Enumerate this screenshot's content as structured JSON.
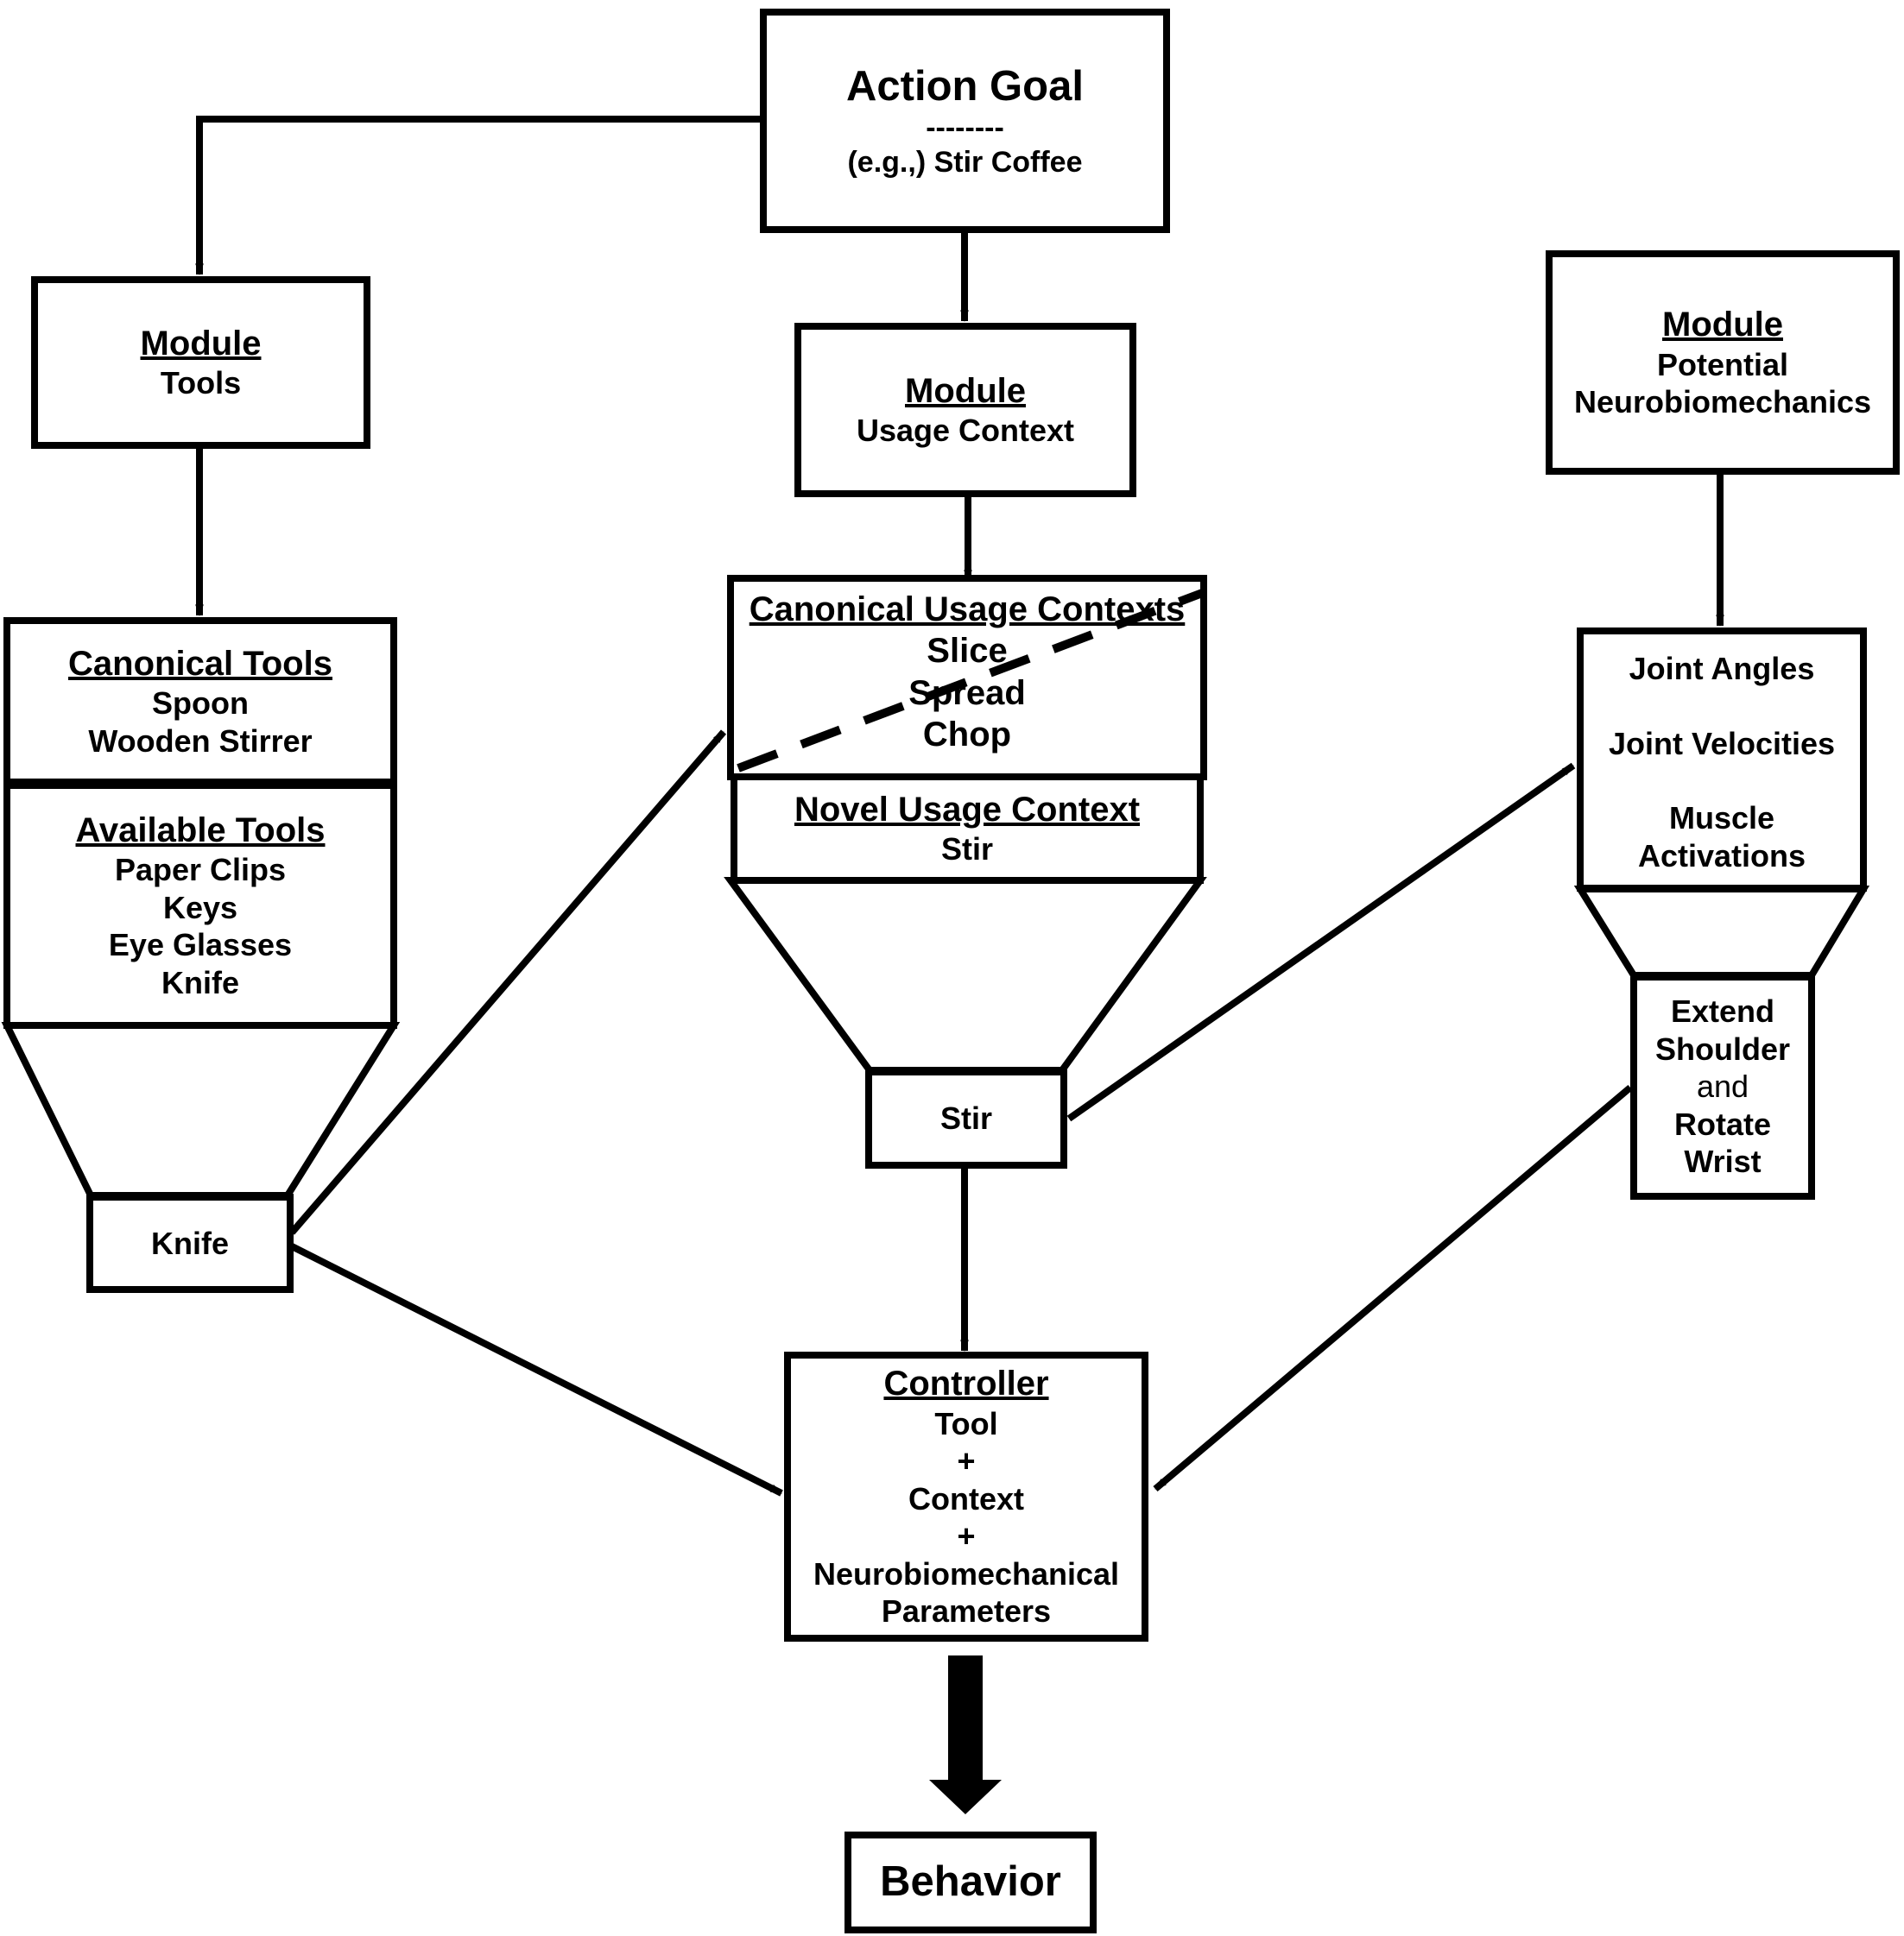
{
  "action_goal": {
    "title": "Action Goal",
    "divider": "--------",
    "example": "(e.g.,) Stir Coffee"
  },
  "module_tools": {
    "heading": "Module",
    "name": "Tools"
  },
  "module_usage": {
    "heading": "Module",
    "name": "Usage Context"
  },
  "module_neuro": {
    "heading": "Module",
    "line1": "Potential",
    "line2": "Neurobiomechanics"
  },
  "canonical_tools": {
    "heading": "Canonical Tools",
    "items": [
      "Spoon",
      "Wooden Stirrer"
    ]
  },
  "available_tools": {
    "heading": "Available Tools",
    "items": [
      "Paper Clips",
      "Keys",
      "Eye Glasses",
      "Knife"
    ]
  },
  "canonical_usage": {
    "heading": "Canonical Usage Contexts",
    "items": [
      "Slice",
      "Spread",
      "Chop"
    ]
  },
  "novel_usage": {
    "heading": "Novel Usage Context",
    "item": "Stir"
  },
  "neuro_params": {
    "item1": "Joint Angles",
    "item2": "Joint Velocities",
    "item3_line1": "Muscle",
    "item3_line2": "Activations"
  },
  "tool_output": "Knife",
  "context_output": "Stir",
  "neuro_output": [
    "Extend",
    "Shoulder",
    "and",
    "Rotate",
    "Wrist"
  ],
  "controller": {
    "heading": "Controller",
    "lines": [
      "Tool",
      "+",
      "Context",
      "+",
      "Neurobiomechanical",
      "Parameters"
    ]
  },
  "behavior": "Behavior"
}
